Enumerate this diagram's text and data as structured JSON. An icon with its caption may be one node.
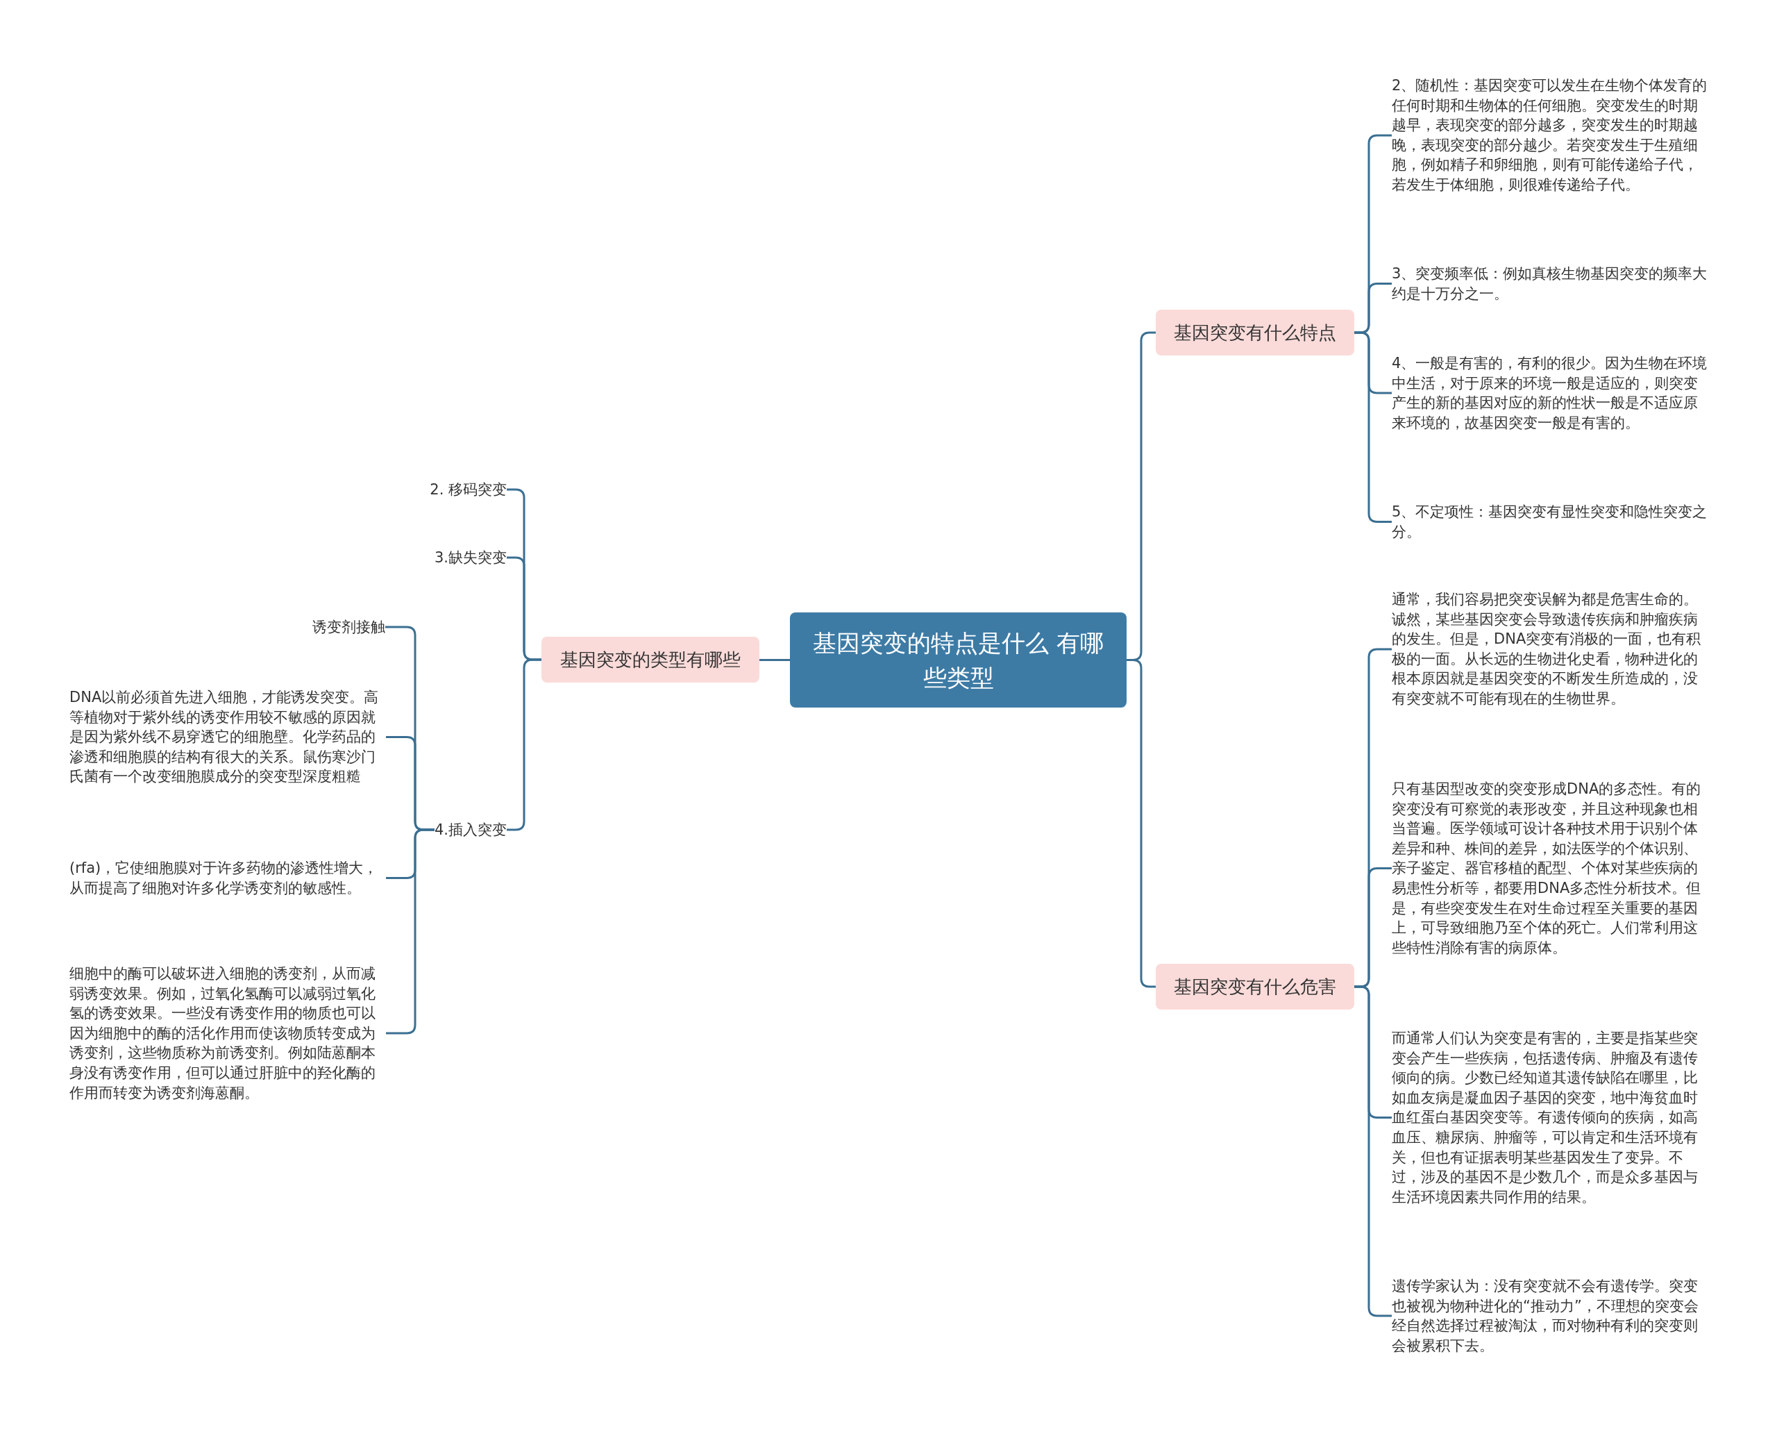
{
  "diagram": {
    "nodes": [
      {
        "text": [
          "基因突变的特点是什么 有哪些类型"
        ]
      },
      {
        "text": [
          "基因突变的类型有哪些"
        ]
      },
      {
        "text": [
          "2. 移码突变"
        ]
      },
      {
        "text": [
          "3.缺失突变"
        ]
      },
      {
        "text": [
          "4.插入突变"
        ]
      },
      {
        "text": [
          "诱变剂接触"
        ]
      },
      {
        "text": [
          "DNA以前必须首先进入细胞，才能诱发突变。高等植物对于紫外线的诱变作用较不敏感的原因就是因为紫外线不易穿透它的细胞壁。化学药品的渗透和细胞膜的结构有很大的关系。鼠伤寒沙门氏菌有一个改变细胞膜成分的突变型深度粗糙"
        ]
      },
      {
        "text": [
          "(rfa)，它使细胞膜对于许多药物的渗透性增大，从而提高了细胞对许多化学诱变剂的敏感性。"
        ]
      },
      {
        "text": [
          "细胞中的酶可以破坏进入细胞的诱变剂，从而减弱诱变效果。例如，过氧化氢酶可以减弱过氧化氢的诱变效果。一些没有诱变作用的物质也可以因为细胞中的酶的活化作用而使该物质转变成为诱变剂，这些物质称为前诱变剂。例如陆蒽酮本身没有诱变作用，但可以通过肝脏中的羟化酶的作用而转变为诱变剂海蒽酮。"
        ]
      },
      {
        "text": [
          "基因突变有什么特点"
        ]
      },
      {
        "text": [
          "2、随机性：基因突变可以发生在生物个体发育的任何时期和生物体的任何细胞。突变发生的时期越早，表现突变的部分越多，突变发生的时期越晚，表现突变的部分越少。若突变发生于生殖细胞，例如精子和卵细胞，则有可能传递给子代，若发生于体细胞，则很难传递给子代。"
        ]
      },
      {
        "text": [
          "3、突变频率低：例如真核生物基因突变的频率大约是十万分之一。"
        ]
      },
      {
        "text": [
          "4、一般是有害的，有利的很少。因为生物在环境中生活，对于原来的环境一般是适应的，则突变产生的新的基因对应的新的性状一般是不适应原来环境的，故基因突变一般是有害的。"
        ]
      },
      {
        "text": [
          "5、不定项性：基因突变有显性突变和隐性突变之分。"
        ]
      },
      {
        "text": [
          "基因突变有什么危害"
        ]
      },
      {
        "text": [
          "通常，我们容易把突变误解为都是危害生命的。诚然，某些基因突变会导致遗传疾病和肿瘤疾病的发生。但是，DNA突变有消极的一面，也有积极的一面。从长远的生物进化史看，物种进化的根本原因就是基因突变的不断发生所造成的，没有突变就不可能有现在的生物世界。"
        ]
      },
      {
        "text": [
          "只有基因型改变的突变形成DNA的多态性。有的突变没有可察觉的表形改变，并且这种现象也相当普遍。医学领域可设计各种技术用于识别个体差异和种、株间的差异，如法医学的个体识别、亲子鉴定、器官移植的配型、个体对某些疾病的易患性分析等，都要用DNA多态性分析技术。但是，有些突变发生在对生命过程至关重要的基因上，可导致细胞乃至个体的死亡。人们常利用这些特性消除有害的病原体。"
        ]
      },
      {
        "text": [
          "而通常人们认为突变是有害的，主要是指某些突变会产生一些疾病，包括遗传病、肿瘤及有遗传倾向的病。少数已经知道其遗传缺陷在哪里，比如血友病是凝血因子基因的突变，地中海贫血时血红蛋白基因突变等。有遗传倾向的疾病，如高血压、糖尿病、肿瘤等，可以肯定和生活环境有关，但也有证据表明某些基因发生了变异。不过，涉及的基因不是少数几个，而是众多基因与生活环境因素共同作用的结果。"
        ]
      },
      {
        "text": [
          "遗传学家认为：没有突变就不会有遗传学。突变也被视为物种进化的“推动力”，不理想的突变会经自然选择过程被淘汰，而对物种有利的突变则会被累积下去。"
        ]
      }
    ],
    "edges": [
      {
        "from": 0,
        "to": 1,
        "arrow": "none"
      },
      {
        "from": 1,
        "to": 2,
        "arrow": "none"
      },
      {
        "from": 1,
        "to": 3,
        "arrow": "none"
      },
      {
        "from": 1,
        "to": 4,
        "arrow": "none"
      },
      {
        "from": 4,
        "to": 5,
        "arrow": "none"
      },
      {
        "from": 4,
        "to": 6,
        "arrow": "none"
      },
      {
        "from": 4,
        "to": 7,
        "arrow": "none"
      },
      {
        "from": 4,
        "to": 8,
        "arrow": "none"
      },
      {
        "from": 0,
        "to": 9,
        "arrow": "none"
      },
      {
        "from": 9,
        "to": 10,
        "arrow": "none"
      },
      {
        "from": 9,
        "to": 11,
        "arrow": "none"
      },
      {
        "from": 9,
        "to": 12,
        "arrow": "none"
      },
      {
        "from": 9,
        "to": 13,
        "arrow": "none"
      },
      {
        "from": 0,
        "to": 14,
        "arrow": "none"
      },
      {
        "from": 14,
        "to": 15,
        "arrow": "none"
      },
      {
        "from": 14,
        "to": 16,
        "arrow": "none"
      },
      {
        "from": 14,
        "to": 17,
        "arrow": "none"
      },
      {
        "from": 14,
        "to": 18,
        "arrow": "none"
      }
    ]
  }
}
